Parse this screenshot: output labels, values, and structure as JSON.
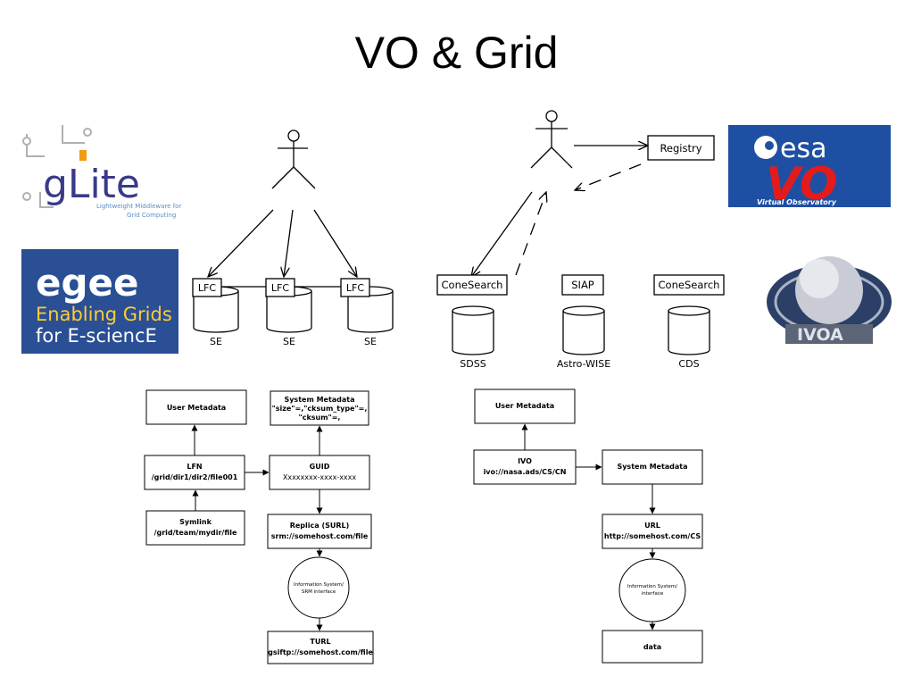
{
  "title": "VO & Grid",
  "logos": {
    "glite": {
      "text": "gLite",
      "tagline_1": "Lightweight Middleware for",
      "tagline_2": "Grid Computing"
    },
    "egee": {
      "text": "egee",
      "line_1": "Enabling Grids",
      "line_2": "for E-sciencE"
    },
    "esavo": {
      "text_1": "esa",
      "text_2": "VO",
      "tagline": "Virtual Observatory"
    },
    "ivoa": {
      "text": "IVOA"
    }
  },
  "grid_diagram": {
    "catalogs": [
      "LFC",
      "LFC",
      "LFC"
    ],
    "storage_labels": [
      "SE",
      "SE",
      "SE"
    ]
  },
  "vo_diagram": {
    "registry": "Registry",
    "services": [
      "ConeSearch",
      "SIAP",
      "ConeSearch"
    ],
    "databases": [
      "SDSS",
      "Astro-WISE",
      "CDS"
    ]
  },
  "grid_flow": {
    "user_metadata": "User Metadata",
    "system_metadata": {
      "line_1": "System Metadata",
      "line_2": "\"size\"=,\"cksum_type\"=,",
      "line_3": "\"cksum\"=,"
    },
    "lfn": {
      "line_1": "LFN",
      "line_2": "/grid/dir1/dir2/file001"
    },
    "guid": {
      "line_1": "GUID",
      "line_2": "Xxxxxxxx-xxxx-xxxx"
    },
    "symlink": {
      "line_1": "Symlink",
      "line_2": "/grid/team/mydir/file"
    },
    "replica": {
      "line_1": "Replica (SURL)",
      "line_2": "srm://somehost.com/file"
    },
    "info_system": {
      "line_1": "Information System/",
      "line_2": "SRM interface"
    },
    "turl": {
      "line_1": "TURL",
      "line_2": "gsiftp://somehost.com/file"
    }
  },
  "vo_flow": {
    "user_metadata": "User Metadata",
    "ivo": {
      "line_1": "IVO",
      "line_2": "ivo://nasa.ads/CS/CN"
    },
    "system_metadata": "System Metadata",
    "url": {
      "line_1": "URL",
      "line_2": "http://somehost.com/CS"
    },
    "info_system": {
      "line_1": "Information System/",
      "line_2": "interface"
    },
    "data": "data"
  }
}
